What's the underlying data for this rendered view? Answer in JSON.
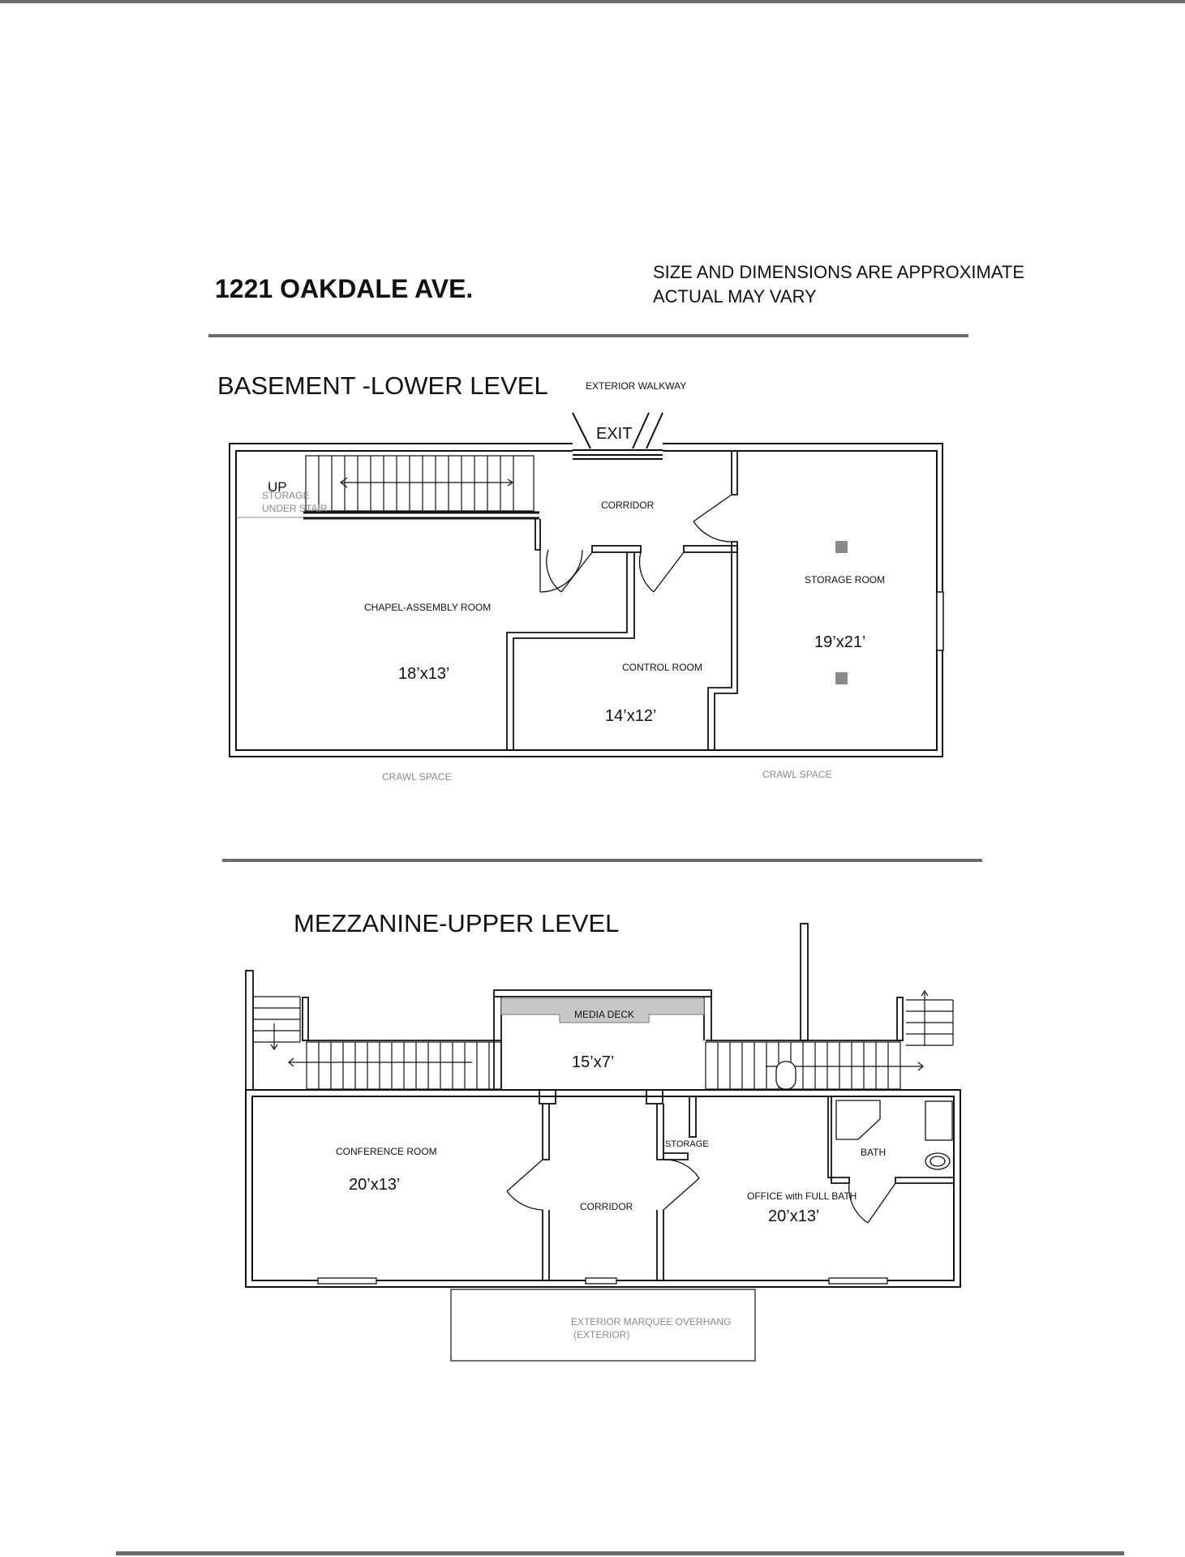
{
  "header": {
    "address": "1221 OAKDALE AVE.",
    "disclaimer_line1": "SIZE AND DIMENSIONS ARE APPROXIMATE",
    "disclaimer_line2": "ACTUAL MAY VARY"
  },
  "basement": {
    "title": "BASEMENT -LOWER LEVEL",
    "exterior_walkway": "EXTERIOR WALKWAY",
    "exit": "EXIT",
    "stair_up": "UP",
    "storage_under_stair_1": "STORAGE",
    "storage_under_stair_2": "UNDER STAIR",
    "corridor": "CORRIDOR",
    "storage_room": "STORAGE ROOM",
    "storage_room_size": "19’x21’",
    "chapel": "CHAPEL-ASSEMBLY ROOM",
    "chapel_size": "18’x13’",
    "control_room": "CONTROL ROOM",
    "control_room_size": "14’x12’",
    "crawl_space_left": "CRAWL SPACE",
    "crawl_space_right": "CRAWL SPACE"
  },
  "mezzanine": {
    "title": "MEZZANINE-UPPER LEVEL",
    "media_deck": "MEDIA DECK",
    "media_deck_size": "15’x7’",
    "conference_room": "CONFERENCE ROOM",
    "conference_room_size": "20’x13’",
    "storage": "STORAGE",
    "corridor": "CORRIDOR",
    "bath": "BATH",
    "office": "OFFICE with FULL BATH",
    "office_size": "20’x13’",
    "marquee_1": "EXTERIOR MARQUEE OVERHANG",
    "marquee_2": "(EXTERIOR)"
  },
  "colors": {
    "rule": "#6b6b6b",
    "wall": "#111111",
    "column": "#8a8a8a",
    "media_deck_fill": "#c8c8c8"
  }
}
